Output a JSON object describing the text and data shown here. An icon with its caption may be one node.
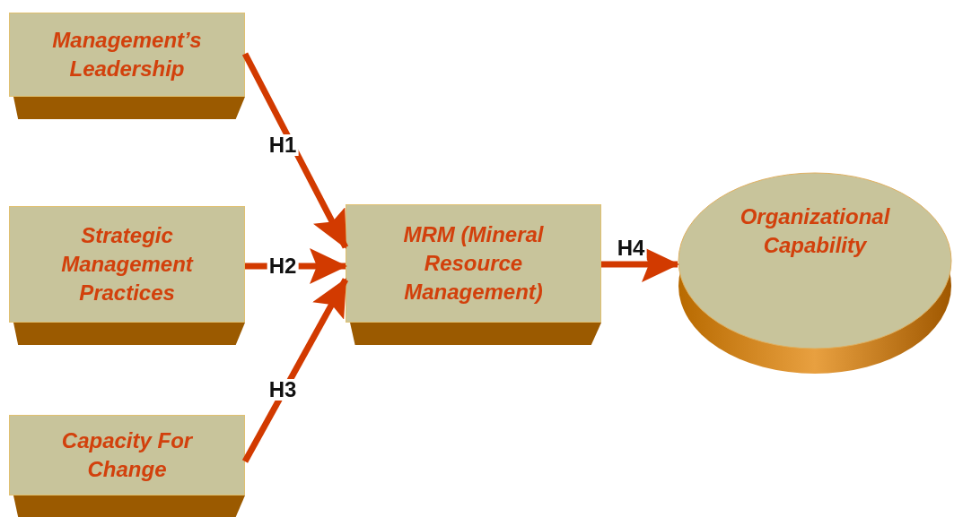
{
  "diagram": {
    "nodes": [
      {
        "text": [
          "Management’s Leadership"
        ]
      },
      {
        "text": [
          "Strategic Management Practices"
        ]
      },
      {
        "text": [
          "Capacity For Change"
        ]
      },
      {
        "text": [
          "MRM (Mineral Resource Management)"
        ]
      },
      {
        "text": [
          "Organizational Capability"
        ]
      }
    ],
    "edges": [
      {
        "from": 0,
        "to": 3,
        "arrow": "to",
        "label": "H1"
      },
      {
        "from": 1,
        "to": 3,
        "arrow": "to",
        "label": "H2"
      },
      {
        "from": 2,
        "to": 3,
        "arrow": "to",
        "label": "H3"
      },
      {
        "from": 3,
        "to": 4,
        "arrow": "to",
        "label": "H4"
      }
    ]
  }
}
